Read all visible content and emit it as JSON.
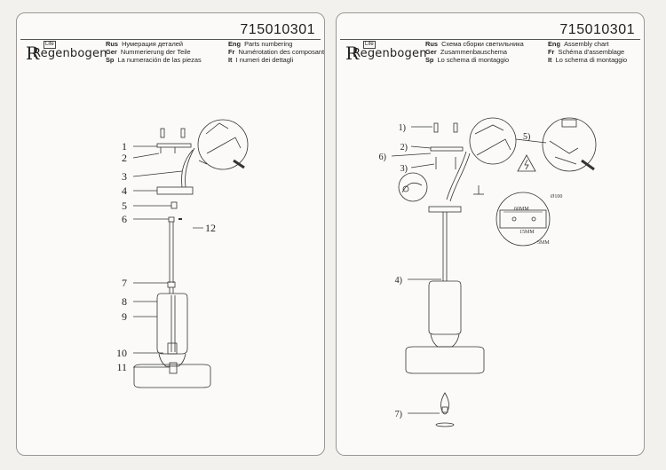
{
  "left_sheet": {
    "code": "715010301",
    "brand": {
      "life": "Life",
      "name": "Regenbogen"
    },
    "header_rows": [
      {
        "l1": "Rus",
        "t1": "Нумерация деталей",
        "l2": "Eng",
        "t2": "Parts numbering"
      },
      {
        "l1": "Ger",
        "t1": "Nummerierung der Teile",
        "l2": "Fr",
        "t2": "Numérotation des composants"
      },
      {
        "l1": "Sp",
        "t1": "La numeración de las piezas",
        "l2": "It",
        "t2": "I numeri dei dettagli"
      }
    ],
    "callouts": [
      "1",
      "2",
      "3",
      "4",
      "5",
      "6",
      "12",
      "7",
      "8",
      "9",
      "10",
      "11"
    ]
  },
  "right_sheet": {
    "code": "715010301",
    "brand": {
      "life": "Life",
      "name": "Regenbogen"
    },
    "header_rows": [
      {
        "l1": "Rus",
        "t1": "Схема сборки светильника",
        "l2": "Eng",
        "t2": "Assembly chart"
      },
      {
        "l1": "Ger",
        "t1": "Zusammenbauschema",
        "l2": "Fr",
        "t2": "Schéma d'assemblage"
      },
      {
        "l1": "Sp",
        "t1": "Lo schema di montaggio",
        "l2": "It",
        "t2": "Lo schema di montaggio"
      }
    ],
    "callouts": [
      "1)",
      "2)",
      "6)",
      "3)",
      "5)",
      "4)",
      "7)"
    ],
    "dims": {
      "d1": "60MM",
      "d2": "Ø100",
      "d3": "15MM",
      "d4": "5MM"
    }
  }
}
